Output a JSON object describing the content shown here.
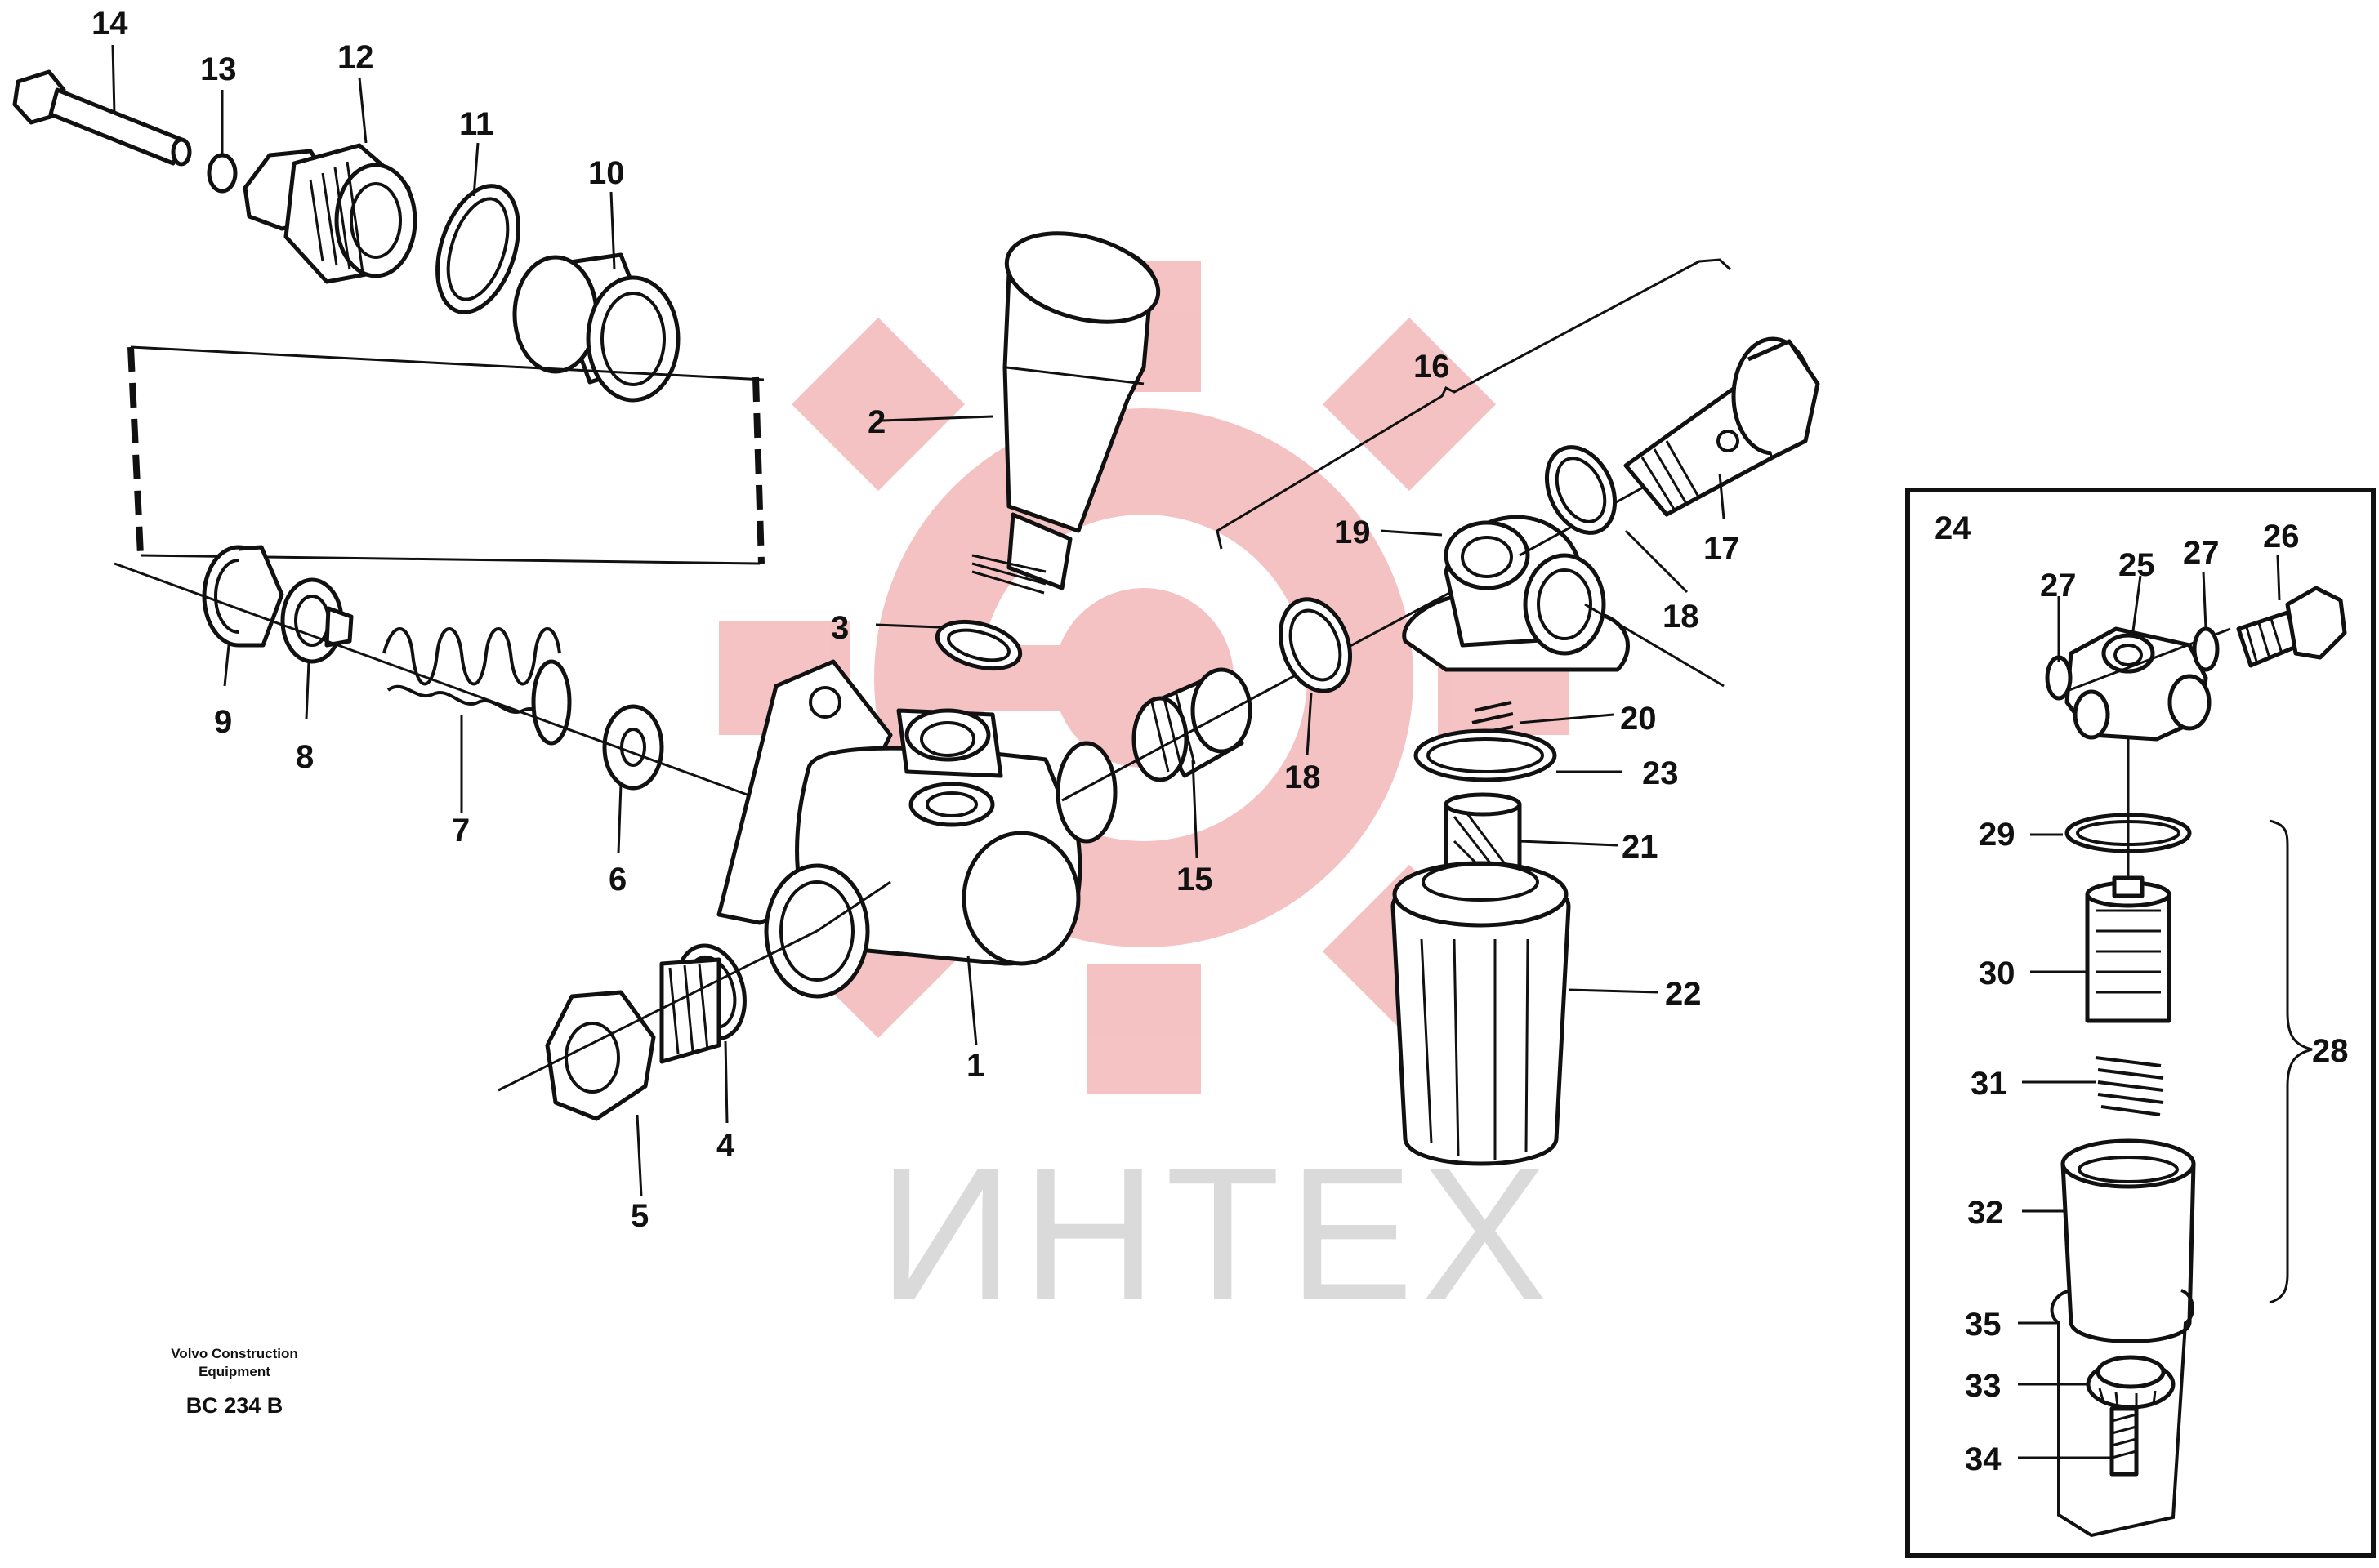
{
  "watermark": {
    "text": "ИНТЕХ",
    "logo_color": "#f3b8b8",
    "text_color": "#dadada"
  },
  "caption": {
    "line1": "Volvo Construction",
    "line2": "Equipment",
    "code": "BC 234 B"
  },
  "inset": {
    "group_number": "24",
    "bracket_number": "28"
  },
  "part_numbers": {
    "p1": "1",
    "p2": "2",
    "p3": "3",
    "p4": "4",
    "p5": "5",
    "p6": "6",
    "p7": "7",
    "p8": "8",
    "p9": "9",
    "p10": "10",
    "p11": "11",
    "p12": "12",
    "p13": "13",
    "p14": "14",
    "p15": "15",
    "p16": "16",
    "p17": "17",
    "p18a": "18",
    "p18b": "18",
    "p19": "19",
    "p20": "20",
    "p21": "21",
    "p22": "22",
    "p23": "23",
    "p24": "24",
    "p25": "25",
    "p26": "26",
    "p27a": "27",
    "p27b": "27",
    "p28": "28",
    "p29": "29",
    "p30": "30",
    "p31": "31",
    "p32": "32",
    "p33": "33",
    "p34": "34",
    "p35": "35"
  }
}
